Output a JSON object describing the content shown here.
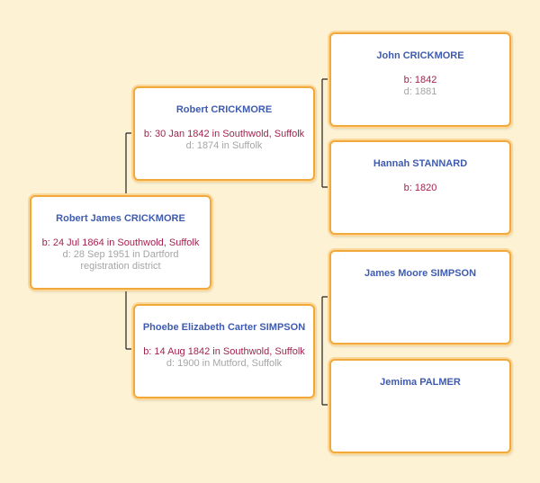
{
  "colors": {
    "background": "#fdf3d4",
    "card_border": "#f2a93b",
    "name": "#3f5bb0",
    "birth": "#a3234c",
    "death": "#a5a5a5",
    "connector": "#222222"
  },
  "people": {
    "root": {
      "name": "Robert James CRICKMORE",
      "birth": "b: 24 Jul 1864 in Southwold, Suffolk",
      "death": "d: 28 Sep 1951 in Dartford registration district"
    },
    "father": {
      "name": "Robert CRICKMORE",
      "birth": "b: 30 Jan 1842 in Southwold, Suffolk",
      "death": "d: 1874 in Suffolk"
    },
    "mother": {
      "name": "Phoebe Elizabeth Carter SIMPSON",
      "birth": "b: 14 Aug 1842 in Southwold, Suffolk",
      "death": "d: 1900 in Mutford, Suffolk"
    },
    "paternal_grandfather": {
      "name": "John CRICKMORE",
      "birth": "b: 1842",
      "death": "d: 1881"
    },
    "paternal_grandmother": {
      "name": "Hannah STANNARD",
      "birth": "b: 1820",
      "death": ""
    },
    "maternal_grandfather": {
      "name": "James Moore SIMPSON",
      "birth": "",
      "death": ""
    },
    "maternal_grandmother": {
      "name": "Jemima PALMER",
      "birth": "",
      "death": ""
    }
  }
}
